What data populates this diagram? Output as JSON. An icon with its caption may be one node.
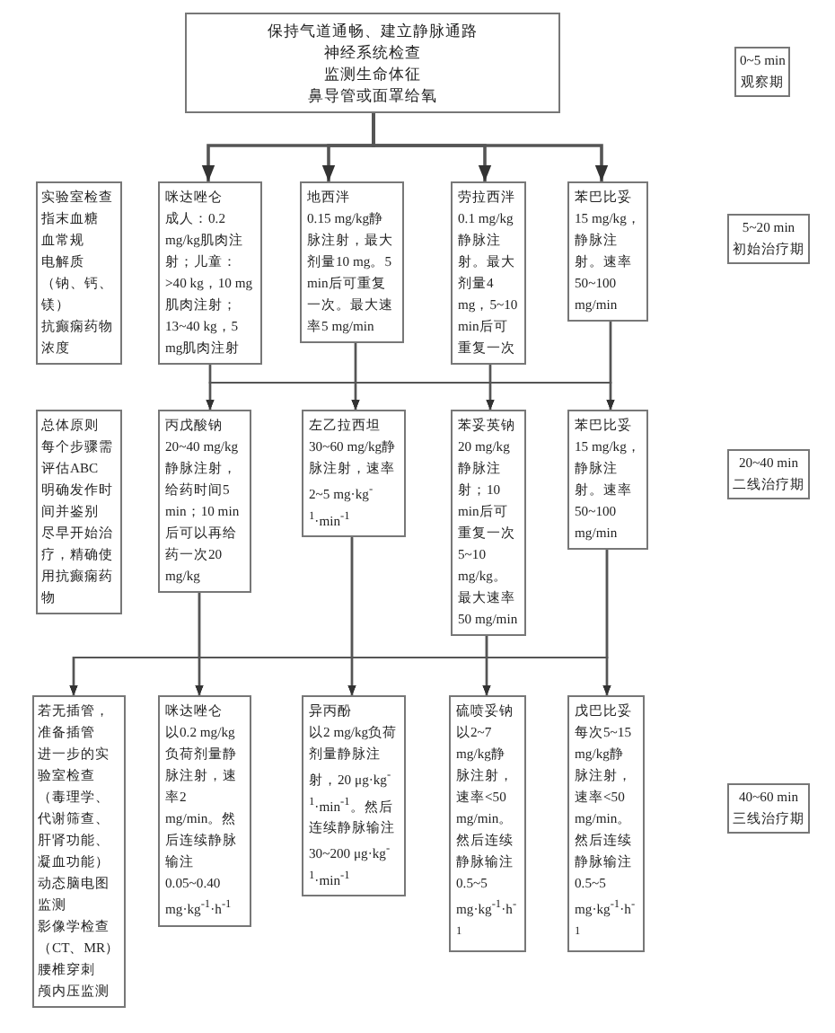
{
  "diagram": {
    "nodes": [
      {
        "text": [
          "保持气道通畅、建立静脉通路",
          "神经系统检查",
          "监测生命体征",
          "鼻导管或面罩给氧"
        ]
      },
      {
        "text": [
          "0~5 min",
          "观察期"
        ]
      },
      {
        "text": [
          "实验室检查",
          "指末血糖",
          "血常规",
          "电解质（钠、钙、镁）",
          "抗癫痫药物浓度"
        ]
      },
      {
        "text": [
          "咪达唑仑",
          "成人：0.2 mg/kg肌肉注射；儿童：>40 kg，10 mg肌肉注射；13~40 kg，5 mg肌肉注射"
        ]
      },
      {
        "text": [
          "地西泮",
          "0.15 mg/kg静脉注射，最大剂量10 mg。5 min后可重复一次。最大速率5 mg/min"
        ]
      },
      {
        "text": [
          "劳拉西泮",
          "0.1 mg/kg静脉注射。最大剂量4 mg，5~10 min后可重复一次"
        ]
      },
      {
        "text": [
          "苯巴比妥",
          "15 mg/kg，静脉注射。速率50~100 mg/min"
        ]
      },
      {
        "text": [
          "5~20 min",
          "初始治疗期"
        ]
      },
      {
        "text": [
          "总体原则",
          "每个步骤需评估ABC",
          "明确发作时间并鉴别",
          "尽早开始治疗，精确使用抗癫痫药物"
        ]
      },
      {
        "text": [
          "丙戊酸钠",
          "20~40 mg/kg静脉注射，给药时间5 min；10 min后可以再给药一次20 mg/kg"
        ]
      },
      {
        "text": [
          "左乙拉西坦",
          "30~60 mg/kg静脉注射，速率2~5 mg·kg$^{-1}$·min$^{-1}$"
        ]
      },
      {
        "text": [
          "苯妥英钠",
          "20 mg/kg静脉注射；10 min后可重复一次5~10 mg/kg。最大速率50 mg/min"
        ]
      },
      {
        "text": [
          "苯巴比妥",
          "15 mg/kg，静脉注射。速率50~100 mg/min"
        ]
      },
      {
        "text": [
          "20~40 min",
          "二线治疗期"
        ]
      },
      {
        "text": [
          "若无插管，准备插管",
          "进一步的实验室检查（毒理学、代谢筛查、肝肾功能、凝血功能）",
          "动态脑电图监测",
          "影像学检查（CT、MR）",
          "腰椎穿刺",
          "颅内压监测"
        ]
      },
      {
        "text": [
          "咪达唑仑",
          "以0.2 mg/kg负荷剂量静脉注射，速率2 mg/min。然后连续静脉输注0.05~0.40 mg·kg$^{-1}$·h$^{-1}$"
        ]
      },
      {
        "text": [
          "异丙酚",
          "以2 mg/kg负荷剂量静脉注射，20 μg·kg$^{-1}$·min$^{-1}$。然后连续静脉输注30~200 μg·kg$^{-1}$·min$^{-1}$"
        ]
      },
      {
        "text": [
          "硫喷妥钠",
          "以2~7 mg/kg静脉注射，速率<50 mg/min。然后连续静脉输注0.5~5 mg·kg$^{-1}$·h$^{-1}$"
        ]
      },
      {
        "text": [
          "戊巴比妥",
          "每次5~15 mg/kg静脉注射，速率<50 mg/min。然后连续静脉输注0.5~5 mg·kg$^{-1}$·h$^{-1}$"
        ]
      },
      {
        "text": [
          "40~60 min",
          "三线治疗期"
        ]
      }
    ],
    "edges": [
      {
        "from": 0,
        "to": 3,
        "arrow": "to"
      },
      {
        "from": 0,
        "to": 4,
        "arrow": "to"
      },
      {
        "from": 0,
        "to": 5,
        "arrow": "to"
      },
      {
        "from": 0,
        "to": 6,
        "arrow": "to"
      },
      {
        "from": 3,
        "to": 9,
        "arrow": "to"
      },
      {
        "from": 3,
        "to": 10,
        "arrow": "to"
      },
      {
        "from": 3,
        "to": 11,
        "arrow": "to"
      },
      {
        "from": 3,
        "to": 12,
        "arrow": "to"
      },
      {
        "from": 4,
        "to": 9,
        "arrow": "to"
      },
      {
        "from": 4,
        "to": 10,
        "arrow": "to"
      },
      {
        "from": 4,
        "to": 11,
        "arrow": "to"
      },
      {
        "from": 4,
        "to": 12,
        "arrow": "to"
      },
      {
        "from": 5,
        "to": 9,
        "arrow": "to"
      },
      {
        "from": 5,
        "to": 10,
        "arrow": "to"
      },
      {
        "from": 5,
        "to": 11,
        "arrow": "to"
      },
      {
        "from": 5,
        "to": 12,
        "arrow": "to"
      },
      {
        "from": 6,
        "to": 9,
        "arrow": "to"
      },
      {
        "from": 6,
        "to": 10,
        "arrow": "to"
      },
      {
        "from": 6,
        "to": 11,
        "arrow": "to"
      },
      {
        "from": 6,
        "to": 12,
        "arrow": "to"
      },
      {
        "from": 9,
        "to": 14,
        "arrow": "to"
      },
      {
        "from": 9,
        "to": 15,
        "arrow": "to"
      },
      {
        "from": 9,
        "to": 16,
        "arrow": "to"
      },
      {
        "from": 9,
        "to": 17,
        "arrow": "to"
      },
      {
        "from": 9,
        "to": 18,
        "arrow": "to"
      },
      {
        "from": 10,
        "to": 14,
        "arrow": "to"
      },
      {
        "from": 10,
        "to": 15,
        "arrow": "to"
      },
      {
        "from": 10,
        "to": 16,
        "arrow": "to"
      },
      {
        "from": 10,
        "to": 17,
        "arrow": "to"
      },
      {
        "from": 10,
        "to": 18,
        "arrow": "to"
      },
      {
        "from": 11,
        "to": 14,
        "arrow": "to"
      },
      {
        "from": 11,
        "to": 15,
        "arrow": "to"
      },
      {
        "from": 11,
        "to": 16,
        "arrow": "to"
      },
      {
        "from": 11,
        "to": 17,
        "arrow": "to"
      },
      {
        "from": 11,
        "to": 18,
        "arrow": "to"
      },
      {
        "from": 12,
        "to": 14,
        "arrow": "to"
      },
      {
        "from": 12,
        "to": 15,
        "arrow": "to"
      },
      {
        "from": 12,
        "to": 16,
        "arrow": "to"
      },
      {
        "from": 12,
        "to": 17,
        "arrow": "to"
      },
      {
        "from": 12,
        "to": 18,
        "arrow": "to"
      }
    ]
  }
}
